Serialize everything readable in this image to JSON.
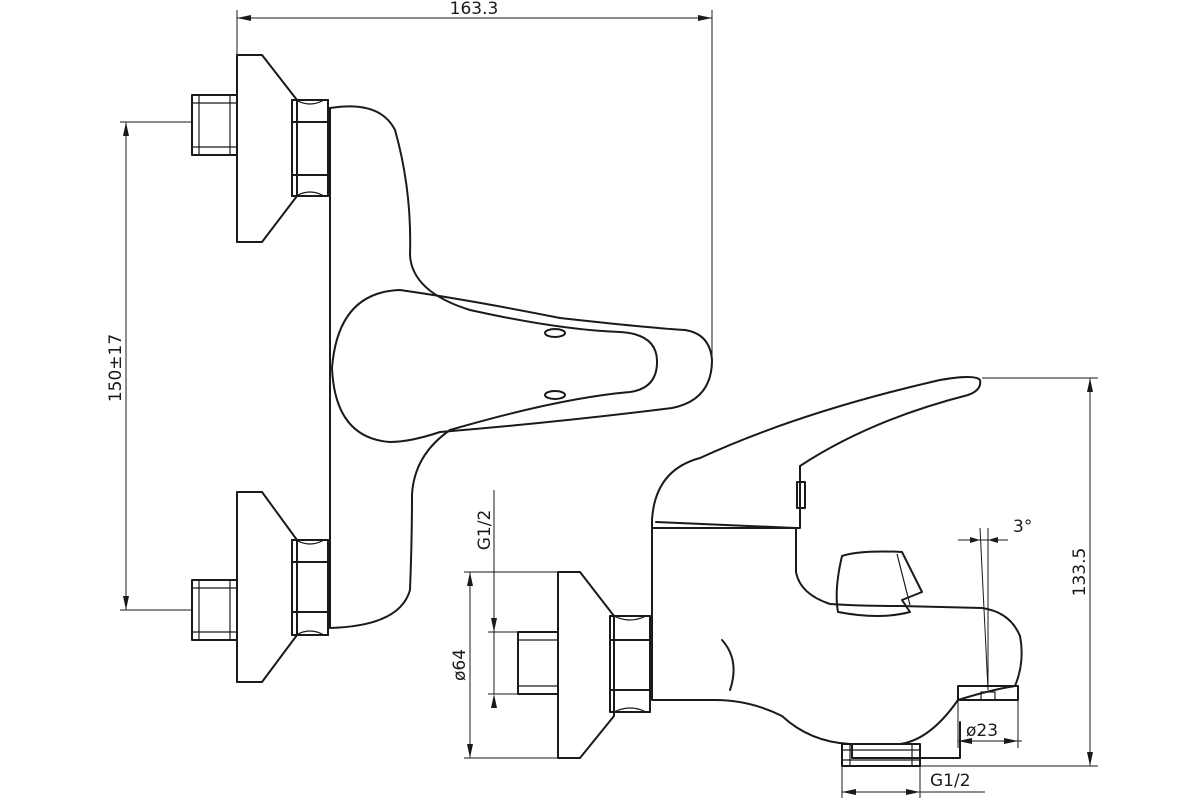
{
  "dimensions": {
    "overall_width": "163.3",
    "inlet_spacing": "150±17",
    "height": "133.5",
    "inlet_thread": "G1/2",
    "flange_diameter": "ø64",
    "angle": "3°",
    "outlet_diameter": "ø23",
    "outlet_thread": "G1/2"
  }
}
